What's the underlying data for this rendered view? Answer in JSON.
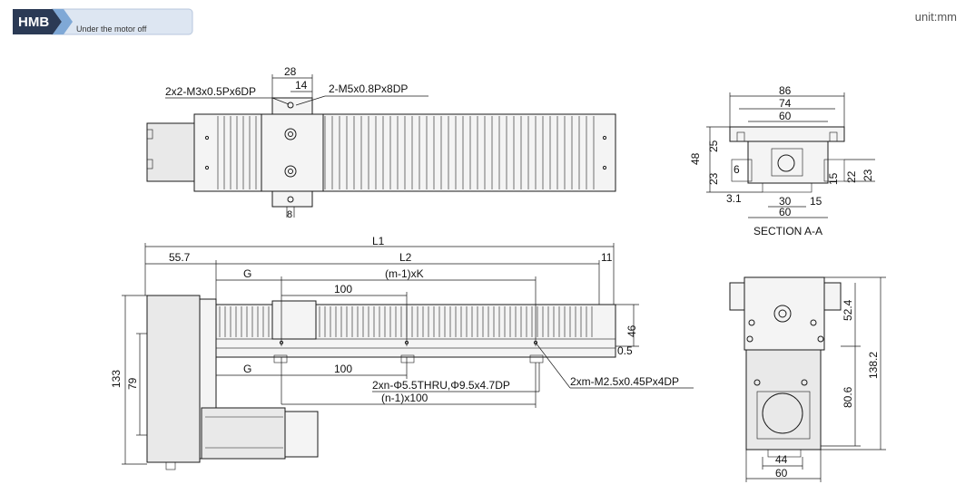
{
  "header": {
    "badge": "HMB",
    "caption": "Under the motor off",
    "unit": "unit:mm",
    "colors": {
      "badge_dark": "#2b3a55",
      "badge_light": "#7fa8d6",
      "ribbon": "#dde6f2"
    }
  },
  "top_view": {
    "callout_left": "2x2-M3x0.5Px6DP",
    "callout_right": "2-M5x0.8Px8DP",
    "dim_28": "28",
    "dim_14": "14",
    "dim_8": "8"
  },
  "side_view": {
    "L1": "L1",
    "L2": "L2",
    "d55_7": "55.7",
    "d11": "11",
    "G_top": "G",
    "mK": "(m-1)xK",
    "d100_top": "100",
    "d46": "46",
    "d0_5": "0.5",
    "G_bottom": "G",
    "d100_bottom": "100",
    "holes_thru": "2xn-Φ5.5THRU,Φ9.5x4.7DP",
    "n100": "(n-1)x100",
    "holes_tap": "2xm-M2.5x0.45Px4DP",
    "d133": "133",
    "d79": "79"
  },
  "section": {
    "d86": "86",
    "d74": "74",
    "d60": "60",
    "d48": "48",
    "d25": "25",
    "d6": "6",
    "d23_left": "23",
    "d15_right": "15",
    "d22": "22",
    "d23_right": "23",
    "d3_1": "3.1",
    "d30": "30",
    "d15_bottom": "15",
    "d60_bottom": "60",
    "label": "SECTION A-A"
  },
  "end_view": {
    "d52_4": "52.4",
    "d138_2": "138.2",
    "d80_6": "80.6",
    "d44": "44",
    "d60": "60"
  }
}
